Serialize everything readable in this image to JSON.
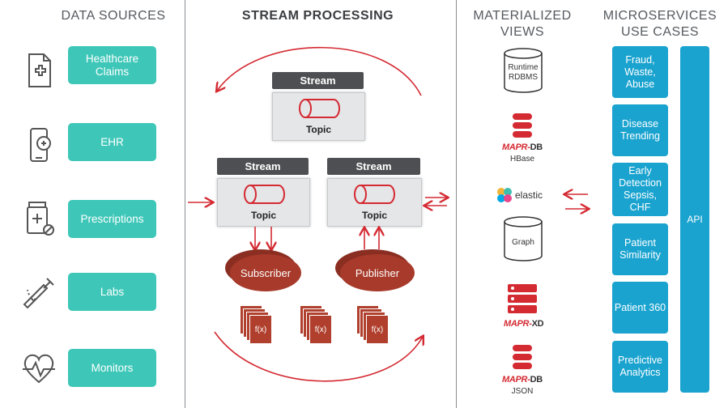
{
  "headers": {
    "data_sources": "DATA SOURCES",
    "stream_processing": "STREAM PROCESSING",
    "materialized_views_line1": "MATERIALIZED",
    "materialized_views_line2": "VIEWS",
    "microservices_line1": "MICROSERVICES",
    "microservices_line2": "USE CASES"
  },
  "data_sources": [
    {
      "label": "Healthcare Claims",
      "icon": "claims-document-icon"
    },
    {
      "label": "EHR",
      "icon": "phone-health-icon"
    },
    {
      "label": "Prescriptions",
      "icon": "pill-bottle-icon"
    },
    {
      "label": "Labs",
      "icon": "syringe-icon"
    },
    {
      "label": "Monitors",
      "icon": "heart-pulse-icon"
    }
  ],
  "stream": {
    "top": {
      "stream_label": "Stream",
      "topic_label": "Topic"
    },
    "left": {
      "stream_label": "Stream",
      "topic_label": "Topic"
    },
    "right": {
      "stream_label": "Stream",
      "topic_label": "Topic"
    },
    "subscriber_label": "Subscriber",
    "publisher_label": "Publisher",
    "function_label": "f(x)"
  },
  "views": {
    "runtime_line1": "Runtime",
    "runtime_line2": "RDBMS",
    "maprdb_brand": "MAPR-",
    "maprdb_suffix": "DB",
    "hbase": "HBase",
    "elastic": "elastic",
    "graph": "Graph",
    "maprxd_brand": "MAPR-",
    "maprxd_suffix": "XD",
    "maprdb2_brand": "MAPR-",
    "maprdb2_suffix": "DB",
    "json": "JSON"
  },
  "use_cases": [
    "Fraud, Waste, Abuse",
    "Disease Trending",
    "Early Detection Sepsis, CHF",
    "Patient Similarity",
    "Patient 360",
    "Predictive Analytics"
  ],
  "api_label": "API",
  "colors": {
    "teal": "#3ec7b8",
    "blue": "#1aa3cf",
    "red": "#d42a32",
    "dark_red": "#a73a2a",
    "stream_gray": "#4e4f52"
  }
}
